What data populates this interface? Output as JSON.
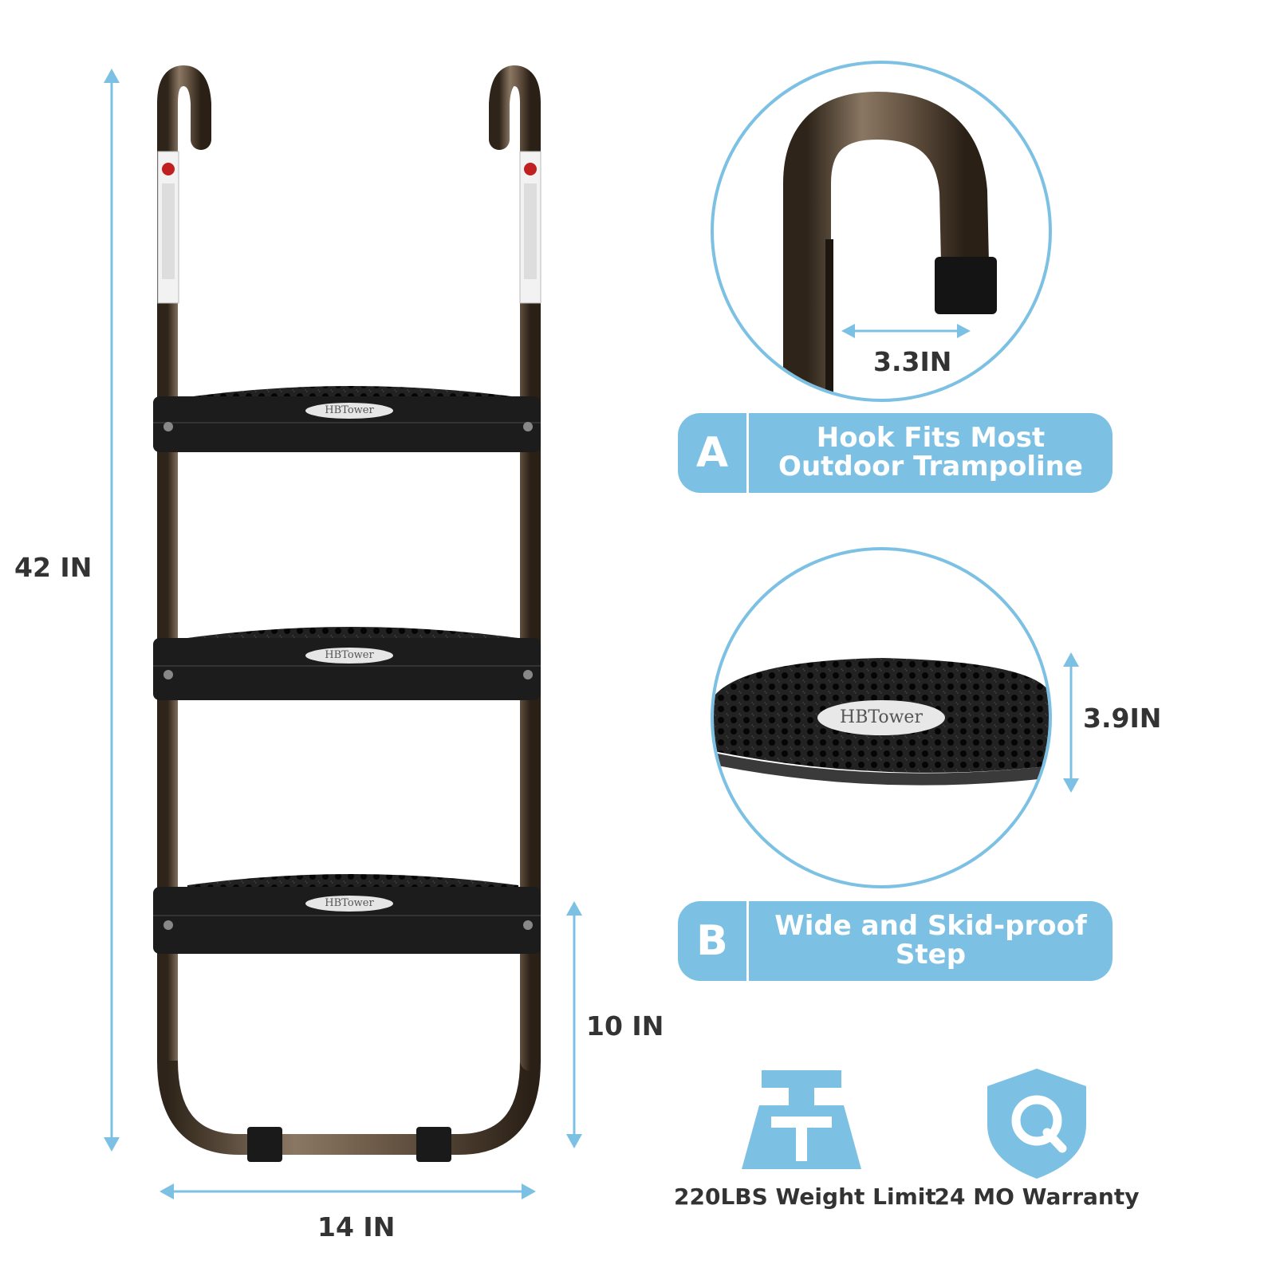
{
  "colors": {
    "accent": "#7cc1e4",
    "metal": "#5a4a3a",
    "step": "#1c1c1c",
    "label_text": "#333333"
  },
  "dimensions": {
    "height": "42 IN",
    "width": "14 IN",
    "bottom_clearance": "10 IN",
    "hook_width": "3.3IN",
    "step_depth": "3.9IN"
  },
  "brand": {
    "step_logo": "HBTower"
  },
  "features": [
    {
      "letter": "A",
      "text": "Hook Fits Most Outdoor Trampoline"
    },
    {
      "letter": "B",
      "text": "Wide and Skid-proof Step"
    }
  ],
  "badges": [
    {
      "icon": "weight-icon",
      "caption": "220LBS Weight Limit"
    },
    {
      "icon": "shield-icon",
      "caption": "24 MO Warranty"
    }
  ]
}
